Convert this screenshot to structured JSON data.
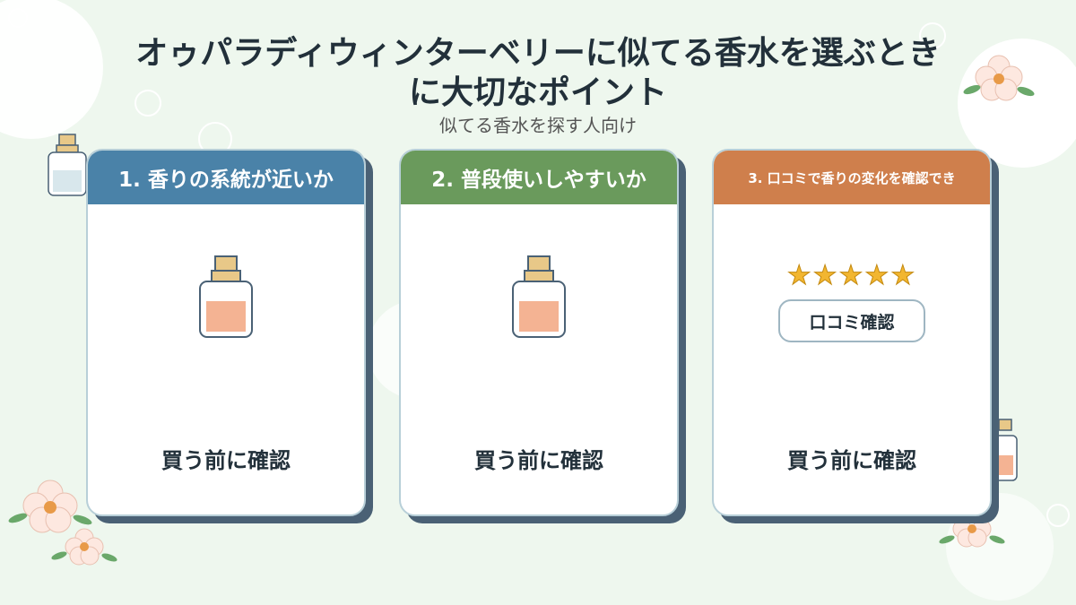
{
  "title_line1": "オゥパラディウィンターベリーに似てる香水を選ぶとき",
  "title_line2": "に大切なポイント",
  "subtitle": "似てる香水を探す人向け",
  "cards": [
    {
      "header": "1. 香りの系統が近いか",
      "footer": "買う前に確認",
      "header_color": "#4a82a8",
      "visual": "perfume-bottle-icon"
    },
    {
      "header": "2. 普段使いしやすいか",
      "footer": "買う前に確認",
      "header_color": "#6a9a5c",
      "visual": "perfume-bottle-icon"
    },
    {
      "header": "3. 口コミで香りの変化を確認でき",
      "footer": "買う前に確認",
      "header_color": "#cf7f4c",
      "visual": "star-rating-icon",
      "stars": "★★★★★",
      "review_button": "口コミ確認"
    }
  ],
  "colors": {
    "background": "#eef7ee",
    "bottle_liquid": "#f4b393",
    "bottle_cap": "#e8c888"
  }
}
